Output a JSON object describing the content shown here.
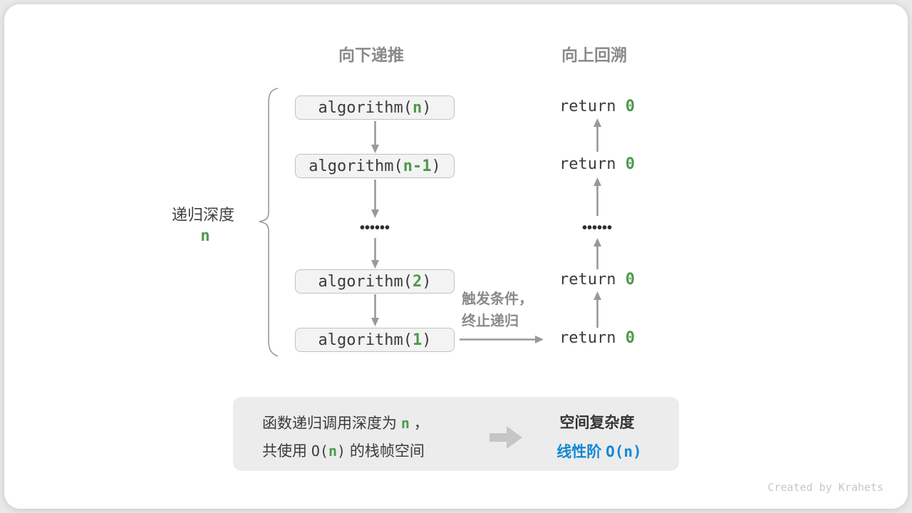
{
  "colors": {
    "green": "#4c9b4a",
    "blue": "#1287d6",
    "label_gray": "#8a8a8a",
    "text": "#3b3b3b",
    "box_bg": "#f3f3f3",
    "box_border": "#c2c2c2",
    "arrow": "#999999",
    "summary_bg": "#ececec",
    "credit_gray": "#c6c6c6",
    "dots": "#2f2f2f"
  },
  "headers": {
    "down": "向下递推",
    "up": "向上回溯"
  },
  "depth_label": {
    "text": "递归深度",
    "value": "n"
  },
  "stack": {
    "dots": "••••••",
    "down": [
      {
        "pre": "algorithm(",
        "arg": "n",
        "post": ")"
      },
      {
        "pre": "algorithm(",
        "arg": "n-1",
        "post": ")"
      },
      {
        "pre": "algorithm(",
        "arg": "2",
        "post": ")"
      },
      {
        "pre": "algorithm(",
        "arg": "1",
        "post": ")"
      }
    ],
    "up": [
      {
        "pre": "return ",
        "arg": "0"
      },
      {
        "pre": "return ",
        "arg": "0"
      },
      {
        "pre": "return ",
        "arg": "0"
      },
      {
        "pre": "return ",
        "arg": "0"
      }
    ]
  },
  "annotation": {
    "line1": "触发条件，",
    "line2": "终止递归"
  },
  "summary": {
    "l1a": "函数递归调用深度为 ",
    "l1n": "n",
    "l1b": " ，",
    "l2a": "共使用 ",
    "l2ca": "O(",
    "l2n": "n",
    "l2cb": ")",
    "l2b": " 的栈帧空间",
    "r1": "空间复杂度",
    "r2a": "线性阶 ",
    "r2b": "O(n)"
  },
  "credit": "Created by Krahets"
}
